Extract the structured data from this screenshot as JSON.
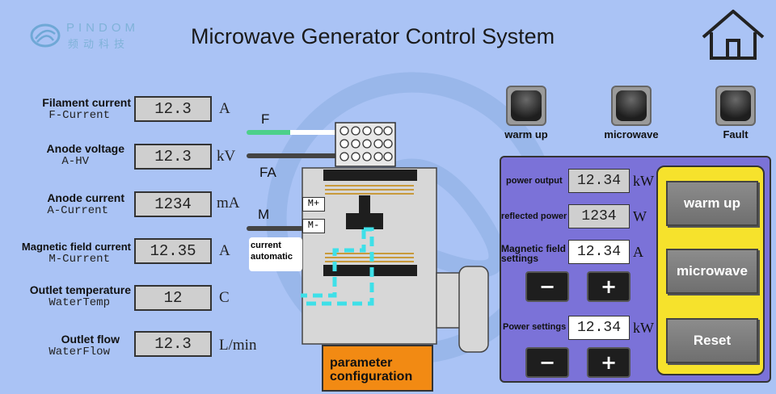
{
  "brand": {
    "name_en": "PINDOM",
    "name_cn": "频动科技"
  },
  "title": "Microwave Generator Control System",
  "readouts": [
    {
      "name": "Filament current",
      "sub": "F-Current",
      "value": "12.3",
      "unit": "A"
    },
    {
      "name": "Anode voltage",
      "sub": "A-HV",
      "value": "12.3",
      "unit": "kV"
    },
    {
      "name": "Anode current",
      "sub": "A-Current",
      "value": "1234",
      "unit": "mA"
    },
    {
      "name": "Magnetic field current",
      "sub": "M-Current",
      "value": "12.35",
      "unit": "A"
    },
    {
      "name": "Outlet temperature",
      "sub": "WaterTemp",
      "value": "12",
      "unit": "C"
    },
    {
      "name": "Outlet flow",
      "sub": "WaterFlow",
      "value": "12.3",
      "unit": "L/min"
    }
  ],
  "diagram": {
    "wire_f": "F",
    "wire_fa": "FA",
    "wire_m": "M",
    "terminal_plus": "M+",
    "terminal_minus": "M-",
    "mode_line1": "current",
    "mode_line2": "automatic"
  },
  "indicators": [
    {
      "label": "warm up"
    },
    {
      "label": "microwave"
    },
    {
      "label": "Fault"
    }
  ],
  "controls": {
    "power_output": {
      "label": "power output",
      "value": "12.34",
      "unit": "kW"
    },
    "reflected_power": {
      "label": "reflected power",
      "value": "1234",
      "unit": "W"
    },
    "magnetic_field": {
      "label_line1": "Magnetic field",
      "label_line2": "settings",
      "value": "12.34",
      "unit": "A"
    },
    "power_settings": {
      "label": "Power settings",
      "value": "12.34",
      "unit": "kW"
    },
    "minus": "−",
    "plus": "+"
  },
  "buttons": {
    "warm_up": "warm up",
    "microwave": "microwave",
    "reset": "Reset",
    "param_line1": "parameter",
    "param_line2": "configuration"
  },
  "colors": {
    "background": "#aac3f5",
    "panel": "#7b72d8",
    "action_panel": "#f6e22c",
    "param_button": "#f28a13",
    "flow_line": "#3ee0e8",
    "filament_wire": "#4cd08a"
  }
}
